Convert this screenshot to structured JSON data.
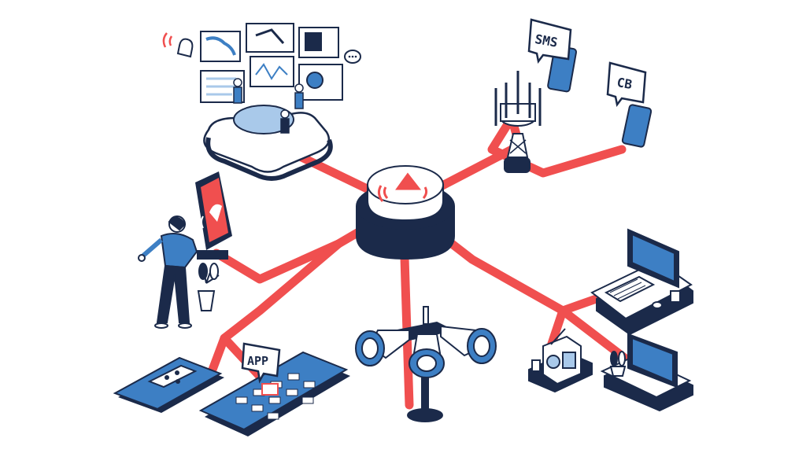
{
  "labels": {
    "sms": "SMS",
    "cb": "CB",
    "app": "APP"
  },
  "colors": {
    "navy": "#1b2a4a",
    "blue": "#3d7fc4",
    "light_blue": "#a9c9ea",
    "red": "#f04f4f",
    "white": "#ffffff"
  }
}
